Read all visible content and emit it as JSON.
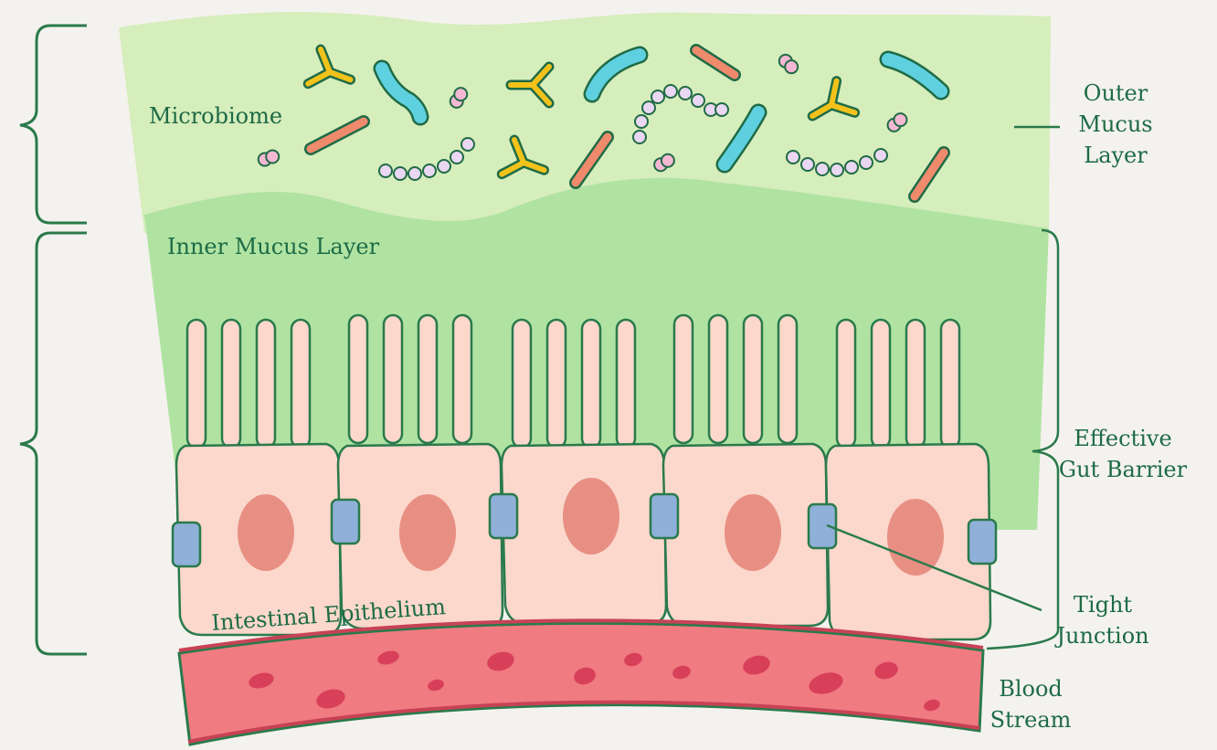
{
  "labels": {
    "microbiome": "Microbiome",
    "inner_mucus": "Inner Mucus Layer",
    "outer_mucus": [
      "Outer",
      "Mucus",
      "Layer"
    ],
    "gut_barrier": [
      "Effective",
      "Gut Barrier"
    ],
    "tight_junction": [
      "Tight",
      "Junction"
    ],
    "blood_stream": [
      "Blood",
      "Stream"
    ],
    "epithelium": "Intestinal Epithelium"
  },
  "colors": {
    "outer_mucus": "#d6edbc",
    "inner_mucus": "#b0e3a2",
    "cell_fill": "#fbd8cb",
    "cell_stroke": "#2a7a4c",
    "nucleus": "#e88f84",
    "junction": "#8fb0d8",
    "vessel": "#f07b81",
    "blood_cell": "#d8405a",
    "bacteria_cyan": "#5fd0e0",
    "bacteria_orange": "#ef8a6d",
    "antibody_yellow": "#f2c21b",
    "cocci_pink": "#f5b8d2",
    "cocci_lavender": "#ead7f2",
    "text_green": "#1d6b45"
  }
}
